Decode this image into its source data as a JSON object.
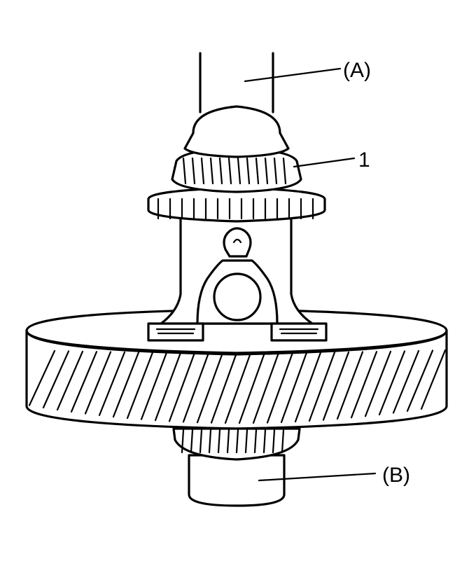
{
  "labels": {
    "tool_a": "(A)",
    "bearing": "1",
    "tool_b": "(B)"
  },
  "colors": {
    "line": "#000000",
    "background": "#ffffff"
  }
}
